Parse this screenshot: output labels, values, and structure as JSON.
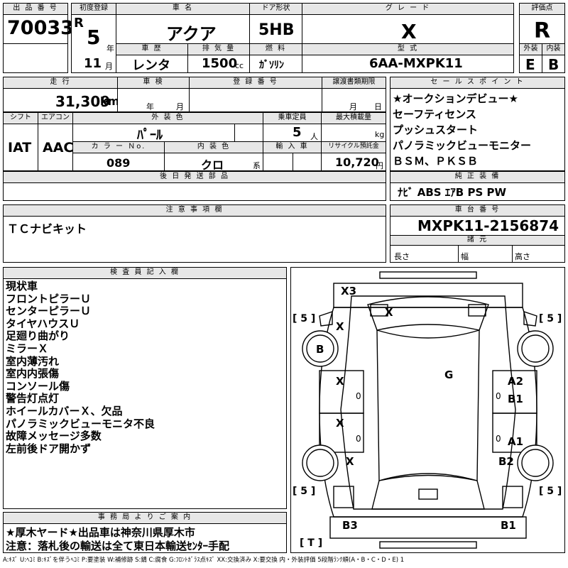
{
  "lot": {
    "label": "出 品 番 号",
    "value": "70033"
  },
  "first_reg": {
    "label": "初度登録",
    "era": "R",
    "year": "5",
    "year_unit": "年",
    "month": "11",
    "month_unit": "月"
  },
  "car_name": {
    "label": "車 名",
    "value": "アクア"
  },
  "door": {
    "label": "ドア形状",
    "value": "5HB"
  },
  "grade": {
    "label": "グ レ ー ド",
    "value": "X"
  },
  "score": {
    "label": "評価点",
    "value": "R",
    "ext_label": "外装",
    "ext": "E",
    "int_label": "内装",
    "int": "B"
  },
  "history": {
    "label": "車 歴",
    "value": "レンタ"
  },
  "displacement": {
    "label": "排 気 量",
    "value": "1500",
    "unit": "cc"
  },
  "fuel": {
    "label": "燃 料",
    "value": "ｶﾞｿﾘﾝ"
  },
  "model": {
    "label": "型 式",
    "value": "6AA-MXPK11"
  },
  "mileage": {
    "label": "走 行",
    "value": "31,309",
    "unit": "km"
  },
  "inspection": {
    "label": "車 検",
    "year_unit": "年",
    "month_unit": "月"
  },
  "reg_no": {
    "label": "登 録 番 号"
  },
  "transfer": {
    "label": "譲渡書類期限",
    "month_unit": "月",
    "day_unit": "日"
  },
  "shift": {
    "label": "シフト",
    "value": "IAT"
  },
  "ac": {
    "label": "エアコン",
    "value": "AAC"
  },
  "ext_color": {
    "label": "外 装 色",
    "value": "ﾊﾟｰﾙ"
  },
  "capacity": {
    "label": "乗車定員",
    "value": "5",
    "unit": "人"
  },
  "max_load": {
    "label": "最大積載量",
    "unit": "kg"
  },
  "color_no": {
    "label": "カ ラ ー Ｎo.",
    "value": "089"
  },
  "int_color": {
    "label": "内 装 色",
    "value": "クロ",
    "unit": "系"
  },
  "import": {
    "label": "輸 入 車"
  },
  "recycle": {
    "label": "リサイクル預託金",
    "value": "10,720",
    "unit": "円"
  },
  "later_parts": {
    "label": "後 日 発 送 部 品"
  },
  "sales_points": {
    "label": "セ ー ル ス ポ イ ン ト",
    "items": [
      "★オークションデビュー★",
      "セーフティセンス",
      "プッシュスタート",
      "パノラミックビューモニター",
      "ＢＳＭ、ＰＫＳＢ"
    ]
  },
  "equipment": {
    "label": "純 正 装 備",
    "value": "ﾅﾋﾞ ABS ｴｱB PS PW"
  },
  "notes": {
    "label": "注 意 事 項 欄",
    "value": "ＴＣナビキット"
  },
  "chassis": {
    "label": "車 台 番 号",
    "value": "MXPK11-2156874"
  },
  "specs": {
    "label": "諸 元",
    "length": "長さ",
    "width": "幅",
    "height": "高さ"
  },
  "inspector": {
    "label": "検 査 員 記 入 欄",
    "items": [
      "現状車",
      "フロントピラーＵ",
      "センターピラーＵ",
      "タイヤハウスＵ",
      "足廻り曲がり",
      "ミラーＸ",
      "室内薄汚れ",
      "室内内張傷",
      "コンソール傷",
      "警告灯点灯",
      "ホイールカバーＸ、欠品",
      "パノラミックビューモニタ不良",
      "故障メッセージ多数",
      "左前後ドア開かず"
    ]
  },
  "office": {
    "label": "事 務 局 よ り ご 案 内",
    "line1": "★厚木ヤード★出品車は神奈川県厚木市",
    "line2": "注意：落札後の輸送は全て東日本輸送ｾﾝﾀｰ手配"
  },
  "diagram": {
    "marks": {
      "x3": "X3",
      "roof_x": "X",
      "lf_x": "X",
      "lf_b": "B",
      "g": "G",
      "l_door1": "X",
      "l_door2": "X",
      "l_rear": "X",
      "r_a2": "A2",
      "r_b1": "B1",
      "r_a1": "A1",
      "r_b2": "B2",
      "rear_b3": "B3",
      "rear_b1": "B1"
    },
    "tires": {
      "fl": "[ 5 ]",
      "fr": "[ 5 ]",
      "rl": "[ 5 ]",
      "rr": "[ 5 ]",
      "spare": "[ T ]"
    }
  },
  "legend": "A:ｷｽﾞ U:ﾍｺﾐ B:ｷｽﾞを伴うﾍｺﾐ P:要塗装 W:補修跡 S:錆 C:腐食 G:ﾌﾛﾝﾄｶﾞﾗｽ点ｷｽﾞ XX:交換済み X:要交換 内・外装評価 5段階ﾗﾝｸ順(A・B・C・D・E) 1"
}
